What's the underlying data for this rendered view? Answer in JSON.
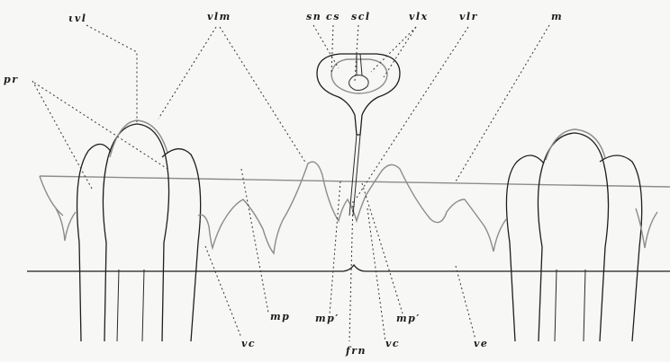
{
  "figure": {
    "labels": {
      "pr": "pr",
      "vvl": "ιvl",
      "vlm": "vlm",
      "sn": "sn",
      "cs": "cs",
      "scl": "scl",
      "vlx": "vlx",
      "vlr": "vlr",
      "m": "m",
      "mp_left": "mp",
      "mp_mid": "mp′",
      "mp_right": "mp′",
      "vc_left": "vc",
      "frn": "frn",
      "vc_right": "vc",
      "ve": "ve"
    }
  }
}
